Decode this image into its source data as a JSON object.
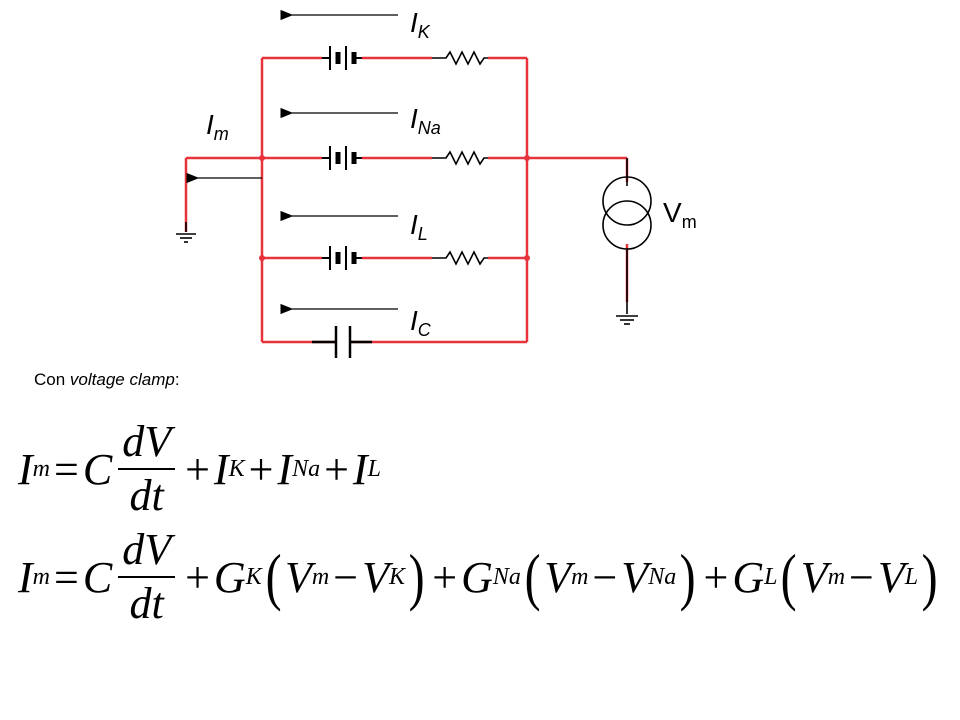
{
  "labels": {
    "ik": {
      "main": "I",
      "sub": "K"
    },
    "ina": {
      "main": "I",
      "sub": "Na"
    },
    "il": {
      "main": "I",
      "sub": "L"
    },
    "ic": {
      "main": "I",
      "sub": "C"
    },
    "im": {
      "main": "I",
      "sub": "m"
    },
    "vm": {
      "main": "V",
      "sub": "m"
    }
  },
  "caption": {
    "prefix": "Con ",
    "emph": "voltage clamp",
    "suffix": ":"
  },
  "equation1": {
    "lhs": "I",
    "lhs_sub": "m",
    "eq": "=",
    "coef": "C",
    "num": "dV",
    "den": "dt",
    "plus": "+",
    "t1": "I",
    "t1_sub": "K",
    "t2": "I",
    "t2_sub": "Na",
    "t3": "I",
    "t3_sub": "L"
  },
  "equation2": {
    "lhs": "I",
    "lhs_sub": "m",
    "eq": "=",
    "coef": "C",
    "num": "dV",
    "den": "dt",
    "plus": "+",
    "minus": "−",
    "g1": "G",
    "g1_sub": "K",
    "v1": "V",
    "v1_sub": "K",
    "g2": "G",
    "g2_sub": "Na",
    "v2": "V",
    "v2_sub": "Na",
    "g3": "G",
    "g3_sub": "L",
    "v3": "V",
    "v3_sub": "L",
    "vm": "V",
    "vm_sub": "m",
    "lparen": "(",
    "rparen": ")"
  },
  "colors": {
    "wire": "#e8323c",
    "black": "#000000"
  }
}
